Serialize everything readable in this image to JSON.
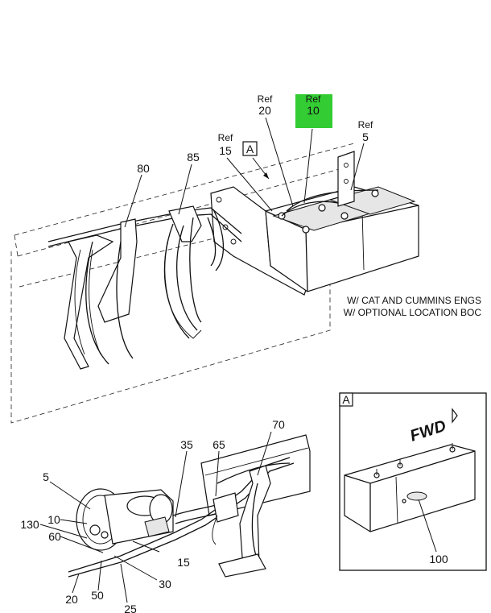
{
  "highlight_color": "#33cc33",
  "callouts": {
    "ref20": {
      "ref": "Ref",
      "num": "20"
    },
    "ref10": {
      "ref": "Ref",
      "num": "10"
    },
    "ref5": {
      "ref": "Ref",
      "num": "5"
    },
    "ref15": {
      "ref": "Ref",
      "num": "15"
    },
    "c80": "80",
    "c85": "85",
    "c35": "35",
    "c65": "65",
    "c70": "70",
    "c5": "5",
    "c10": "10",
    "c130": "130",
    "c60": "60",
    "c15": "15",
    "c30": "30",
    "c20": "20",
    "c50": "50",
    "c25": "25",
    "c100": "100"
  },
  "view_marker": "A",
  "inset_marker": "A",
  "notes": {
    "line1": "W/ CAT AND CUMMINS ENGS",
    "line2": "W/ OPTIONAL LOCATION BOC"
  },
  "inset_fwd": "FWD"
}
